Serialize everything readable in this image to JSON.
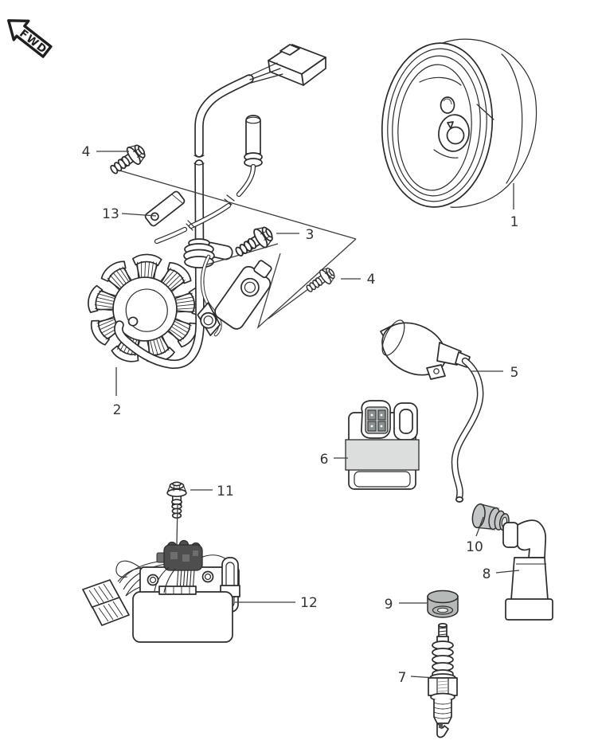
{
  "colors": {
    "line": "#2b2b2b",
    "label": "#333333",
    "background": "#ffffff",
    "gray_part": "#c2c6c6",
    "gray_band": "#dcdedd",
    "gray_grommet": "#b5bab9",
    "pin_gray": "#8a8f8f",
    "relay_dark": "#4e4e4e",
    "relay_mid": "#6e6e6e"
  },
  "badge": {
    "label": "FWD"
  },
  "labels": {
    "p1": "1",
    "p2": "2",
    "p3": "3",
    "p4a": "4",
    "p4b": "4",
    "p5": "5",
    "p6": "6",
    "p7": "7",
    "p8": "8",
    "p9": "9",
    "p10": "10",
    "p11": "11",
    "p12": "12",
    "p13": "13"
  }
}
